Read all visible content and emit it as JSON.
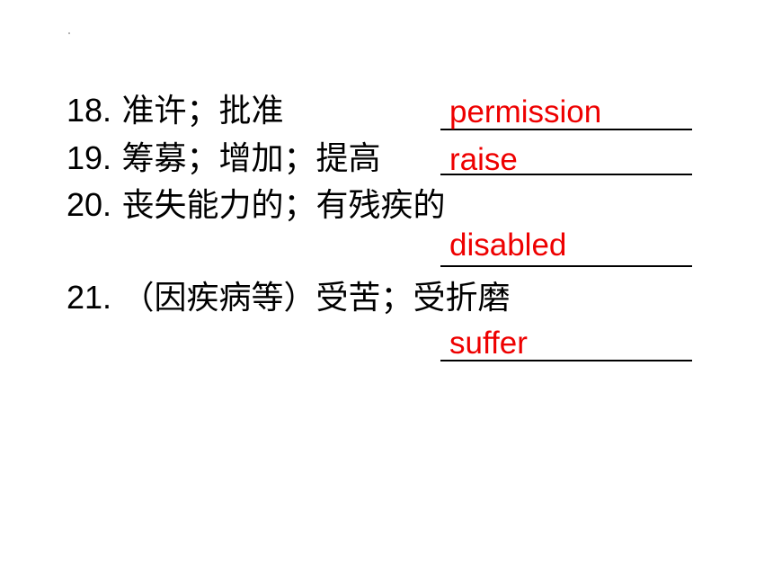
{
  "slide": {
    "items": [
      {
        "number": "18.",
        "prompt": "准许；批准",
        "answer": "permission"
      },
      {
        "number": "19.",
        "prompt": "筹募；增加；提高",
        "answer": "raise"
      },
      {
        "number": "20.",
        "prompt": "丧失能力的；有残疾的",
        "answer": "disabled"
      },
      {
        "number": "21.",
        "prompt": "（因疾病等）受苦；受折磨",
        "answer": "suffer"
      }
    ],
    "colors": {
      "text": "#000000",
      "answer": "#ee0000",
      "background": "#ffffff"
    }
  }
}
